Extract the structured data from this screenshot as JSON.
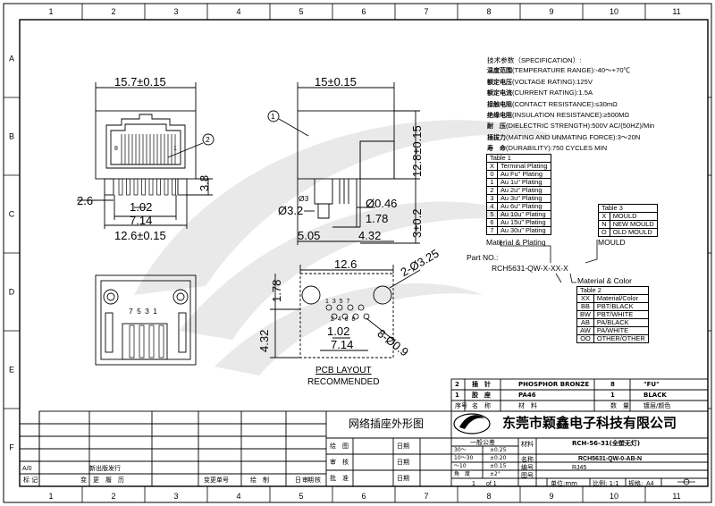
{
  "border": {
    "columns": [
      "1",
      "2",
      "3",
      "4",
      "5",
      "6",
      "7",
      "8",
      "9",
      "10",
      "11"
    ],
    "rows": [
      "A",
      "B",
      "C",
      "D",
      "E",
      "F"
    ]
  },
  "spec": {
    "heading": "技术参数（SPECIFICATION）:",
    "items": [
      {
        "label": "温度范围",
        "text": "(TEMPERATURE RANGE):-40～+70℃"
      },
      {
        "label": "额定电压",
        "text": "(VOLTAGE RATING):125V"
      },
      {
        "label": "额定电流",
        "text": "(CURRENT RATING):1.5A"
      },
      {
        "label": "接触电阻",
        "text": "(CONTACT RESISTANCE):≤30mΩ"
      },
      {
        "label": "绝缘电阻",
        "text": "(INSULATION RESISTANCE):≥500MΩ"
      },
      {
        "label": "耐　压",
        "text": "(DIELECTRIC STRENGTH):500V AC/(50HZ)/Min"
      },
      {
        "label": "插拔力",
        "text": "(MATING AND UNMATING FORCE):3～20N"
      },
      {
        "label": "寿　命",
        "text": "(DURABILITY):750 CYCLES MIN"
      }
    ]
  },
  "table1": {
    "title": "Table 1",
    "header": [
      "X",
      "Terminal Plating"
    ],
    "rows": [
      [
        "0",
        "Au Fu\" Plating"
      ],
      [
        "1",
        "Au 1u\" Plating"
      ],
      [
        "2",
        "Au 2u\" Plating"
      ],
      [
        "3",
        "Au 3u\" Plating"
      ],
      [
        "4",
        "Au 6u\" Plating"
      ],
      [
        "5",
        "Au 10u\" Plating"
      ],
      [
        "6",
        "Au 15u\" Plating"
      ],
      [
        "7",
        "Au 30u\" Plating"
      ]
    ],
    "caption": "Material & Plating"
  },
  "table3": {
    "title": "Table 3",
    "rows": [
      [
        "X",
        "MOULD"
      ],
      [
        "N",
        "NEW MOULD"
      ],
      [
        "O",
        "OLD MOULD"
      ]
    ],
    "caption": "MOULD"
  },
  "table2": {
    "caption": "Material & Color",
    "title": "Table 2",
    "rows": [
      [
        "XX",
        "Material/Color"
      ],
      [
        "BB",
        "PBT/BLACK"
      ],
      [
        "BW",
        "PBT/WHITE"
      ],
      [
        "AB",
        "PA/BLACK"
      ],
      [
        "AW",
        "PA/WHITE"
      ],
      [
        "OO",
        "OTHER/OTHER"
      ]
    ]
  },
  "part_no": {
    "label": "Part NO.:",
    "value": "RCH5631-QW-X-XX-X"
  },
  "dimensions": {
    "front_width": "15.7±0.15",
    "front_side": "2.6",
    "front_pitch_total": "7.14",
    "front_pitch": "1.02",
    "front_bottom": "12.6±0.15",
    "front_height": "3.8",
    "pin_left": "8",
    "pin_right": "1",
    "side_width": "15±0.15",
    "side_height": "12.8±0.15",
    "side_post": "Ø3.2",
    "side_post2": "Ø3",
    "side_pin": "Ø0.46",
    "side_178": "1.78",
    "side_505": "5.05",
    "side_432": "4.32",
    "side_3": "3±0.2",
    "pcb_top": "12.6",
    "pcb_holes": "2-Ø3.25",
    "pcb_178": "1.78",
    "pcb_432": "4.32",
    "pcb_102": "1.02",
    "pcb_714": "7.14",
    "pcb_pins": "8-Ø0.9",
    "pcb_odd": "1  3  5  7",
    "pcb_even": "2  4  6  8",
    "bottom_pins": "7  5  3  1"
  },
  "callouts": [
    "1",
    "2"
  ],
  "pcb_layout": {
    "line1": "PCB LAYOUT",
    "line2": "RECOMMENDED"
  },
  "bom": [
    {
      "no": "2",
      "name": "插　针",
      "material": "PHOSPHOR BRONZE",
      "qty": "8",
      "finish": "\"FU\""
    },
    {
      "no": "1",
      "name": "胶　座",
      "material": "PA46",
      "qty": "1",
      "finish": "BLACK"
    }
  ],
  "bom_header": {
    "no": "序号",
    "name": "名　称",
    "material": "材　料",
    "qty": "数　量",
    "finish": "镀层/颜色"
  },
  "title_block": {
    "drawing_title": "网络插座外形图",
    "company": "东莞市颖鑫电子科技有限公司",
    "model1": "RCH-56-31(全塑无灯)",
    "model2": "RCH5631-QW-0-AB-N",
    "product": "RJ45",
    "drawer": "绘　图",
    "checker": "审　核",
    "approver": "批　准",
    "tol_title": "一般公差",
    "tol_rows": [
      [
        "30～",
        "±0.25"
      ],
      [
        "10～30",
        "±0.20"
      ],
      [
        "～10",
        "±0.15"
      ],
      [
        "角　度",
        "±2°"
      ]
    ],
    "page": "1",
    "of": "of 1",
    "unit_label": "单位:mm",
    "scale_label": "比例: 1:1",
    "size_label": "规格:",
    "size": "A4",
    "mat_label": "材料",
    "name_label": "名称",
    "no_label": "编号",
    "dwg_label": "图号",
    "date_label": "日期"
  },
  "revision": {
    "rev": "A/0",
    "rev_text": "新出版发行",
    "headers": [
      "标 记",
      "变　更　履　历",
      "变更单号",
      "绘　制",
      "审　核",
      "日　期"
    ]
  }
}
